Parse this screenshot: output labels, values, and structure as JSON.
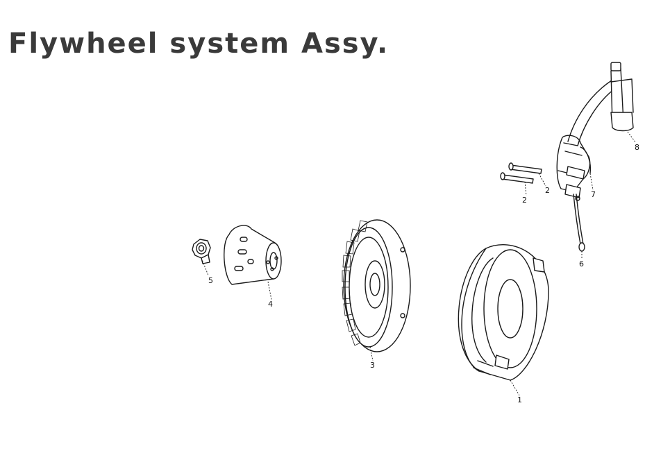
{
  "header": {
    "title": "Flywheel system Assy."
  },
  "parts": [
    {
      "id": "part-1",
      "label": "1"
    },
    {
      "id": "part-2a",
      "label": "2"
    },
    {
      "id": "part-2b",
      "label": "2"
    },
    {
      "id": "part-3",
      "label": "3"
    },
    {
      "id": "part-4",
      "label": "4"
    },
    {
      "id": "part-5",
      "label": "5"
    },
    {
      "id": "part-6",
      "label": "6"
    },
    {
      "id": "part-7",
      "label": "7"
    },
    {
      "id": "part-8",
      "label": "8"
    }
  ]
}
